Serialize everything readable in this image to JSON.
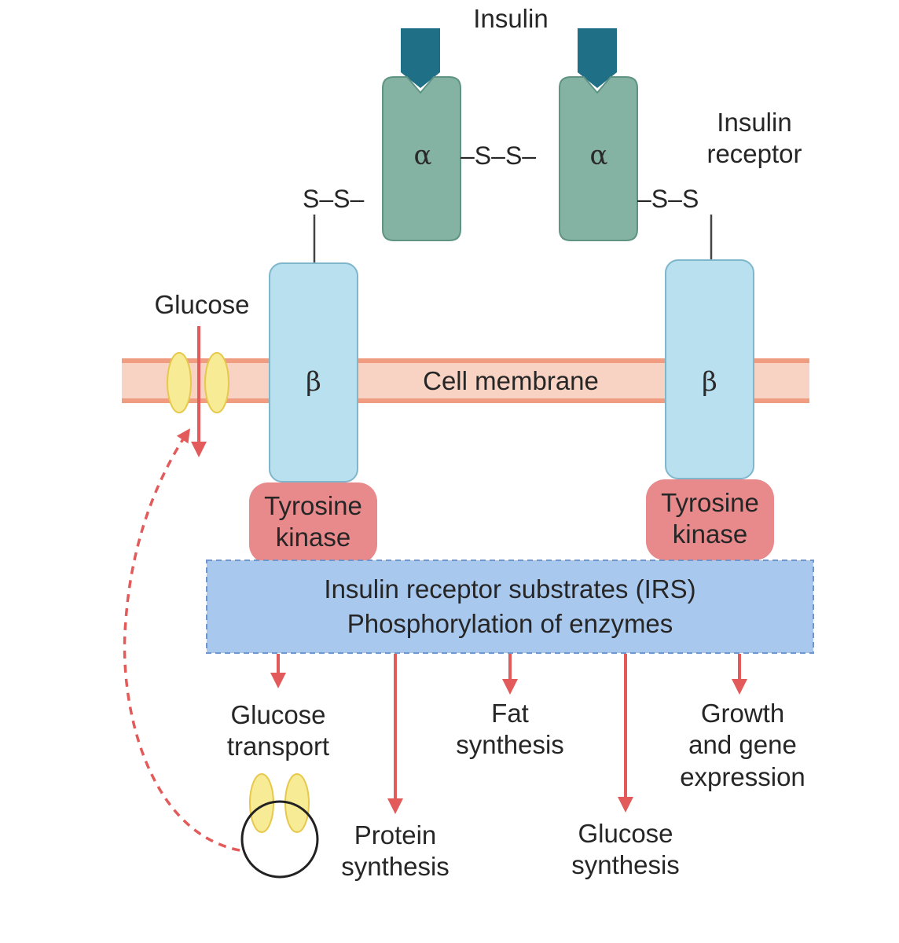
{
  "insulin_label": "Insulin",
  "receptor_label_line1": "Insulin",
  "receptor_label_line2": "receptor",
  "alpha_symbol": "α",
  "beta_symbol": "β",
  "disulfide_left": "S–S–",
  "disulfide_middle": "–S–S–",
  "disulfide_right": "–S–S",
  "glucose_label": "Glucose",
  "membrane_label": "Cell membrane",
  "tyrosine_kinase_line1": "Tyrosine",
  "tyrosine_kinase_line2": "kinase",
  "irs_line1": "Insulin receptor substrates (IRS)",
  "irs_line2": "Phosphorylation of enzymes",
  "outputs": {
    "glucose_transport": [
      "Glucose",
      "transport"
    ],
    "protein_synthesis": [
      "Protein",
      "synthesis"
    ],
    "fat_synthesis": [
      "Fat",
      "synthesis"
    ],
    "glucose_synthesis": [
      "Glucose",
      "synthesis"
    ],
    "growth_gene": [
      "Growth",
      "and gene",
      "expression"
    ]
  },
  "colors": {
    "insulin": "#1f6f86",
    "alpha_subunit": "#84b3a4",
    "beta_subunit": "#b9e0ee",
    "tyrosine_kinase": "#e88a8c",
    "irs_box": "#a9c8ee",
    "membrane": "#f6c9b8",
    "membrane_edge": "#ef9c80",
    "transporter": "#f5e48a",
    "arrow": "#e35a5a"
  }
}
